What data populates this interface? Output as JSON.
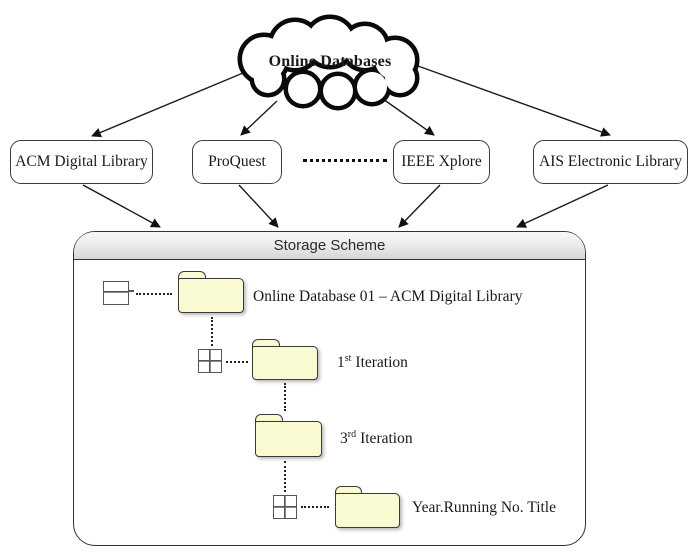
{
  "cloud": {
    "label": "Online Databases"
  },
  "databases": [
    {
      "label": "ACM Digital Library"
    },
    {
      "label": "ProQuest"
    },
    {
      "label": "IEEE Xplore"
    },
    {
      "label": "AIS Electronic Library"
    }
  ],
  "storage": {
    "title": "Storage Scheme",
    "tree": [
      {
        "icon": "split-box-icon",
        "label": "Online Database 01 – ACM Digital Library"
      },
      {
        "icon": "grid-box-icon",
        "num": "1",
        "sup": "st",
        "rest": "Iteration"
      },
      {
        "icon": "none",
        "num": "3",
        "sup": "rd",
        "rest": "Iteration"
      },
      {
        "icon": "grid-box-icon",
        "label": "Year.Running No. Title"
      }
    ]
  },
  "colors": {
    "folder_fill": "#FAFAD2",
    "line": "#1a1a1a",
    "icon_stroke": "#555555",
    "header_top": "#f8f8f8",
    "header_bottom": "#d6d6d6"
  }
}
